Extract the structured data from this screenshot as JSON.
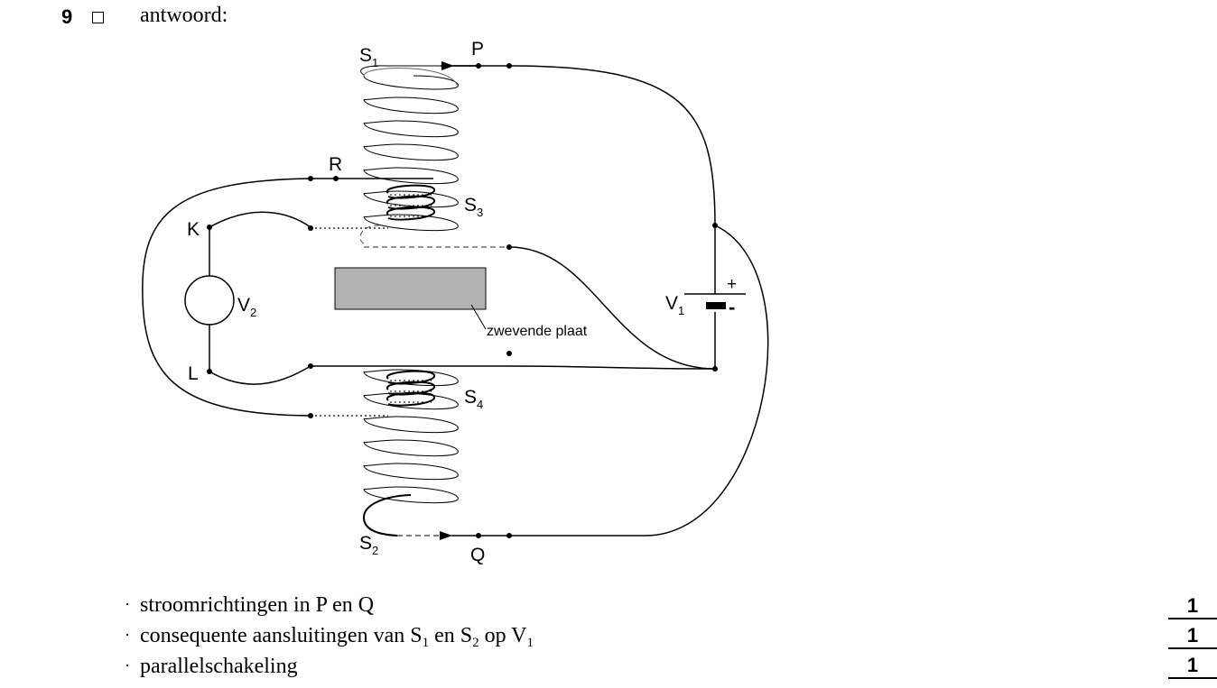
{
  "question": {
    "number": "9",
    "label": "antwoord:"
  },
  "diagram": {
    "labels": {
      "S1_main": "S",
      "S1_sub": "1",
      "P": "P",
      "R": "R",
      "S3_main": "S",
      "S3_sub": "3",
      "K": "K",
      "V2_main": "V",
      "V2_sub": "2",
      "L": "L",
      "V1_main": "V",
      "V1_sub": "1",
      "plus": "+",
      "minus": "-",
      "S4_main": "S",
      "S4_sub": "4",
      "S2_main": "S",
      "S2_sub": "2",
      "Q": "Q",
      "plate": "zwevende plaat"
    },
    "colors": {
      "plate_fill": "#b3b3b3",
      "coil_back": "#555555",
      "wire": "#000000"
    }
  },
  "criteria": [
    {
      "pre": "stroomrichtingen in P en Q",
      "s1": "",
      "mid": "",
      "s2": "",
      "mid2": "",
      "s3": "",
      "points": "1"
    },
    {
      "pre": "consequente aansluitingen van S",
      "s1": "1",
      "mid": " en S",
      "s2": "2",
      "mid2": " op V",
      "s3": "1",
      "points": "1"
    },
    {
      "pre": "parallelschakeling",
      "s1": "",
      "mid": "",
      "s2": "",
      "mid2": "",
      "s3": "",
      "points": "1"
    }
  ]
}
